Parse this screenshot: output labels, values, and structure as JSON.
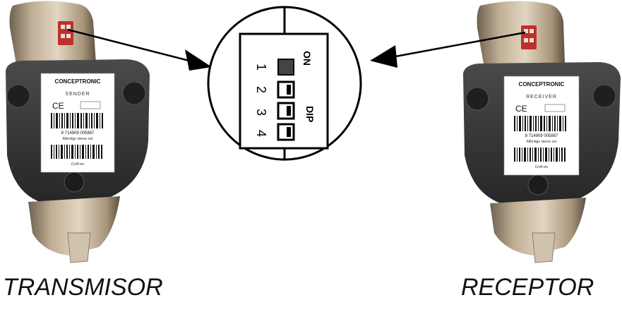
{
  "transmitter": {
    "caption": "TRANSMISOR",
    "brand": "CONCEPTRONIC",
    "model_label": "SENDER",
    "ce_mark": "CE",
    "barcode_number": "8 714909 005887",
    "product_name": "Allbridge stereo set",
    "serial_caption": "Cn4f-wn"
  },
  "receiver": {
    "caption": "RECEPTOR",
    "brand": "CONCEPTRONIC",
    "model_label": "RECEIVER",
    "ce_mark": "CE",
    "barcode_number": "8 714909 005887",
    "product_name": "Allbridge stereo set",
    "serial_caption": "Cn4f-wn"
  },
  "dip_switch": {
    "on_label": "ON",
    "dip_label": "DIP",
    "positions": [
      "1",
      "2",
      "3",
      "4"
    ],
    "switch_states": [
      "on",
      "off",
      "off",
      "off"
    ]
  },
  "colors": {
    "body_top": "#c8b8a0",
    "body_shadow": "#7a6a55",
    "faceplate": "#3a3a3a",
    "dip_red": "#c0302a",
    "arrow": "#000000"
  }
}
